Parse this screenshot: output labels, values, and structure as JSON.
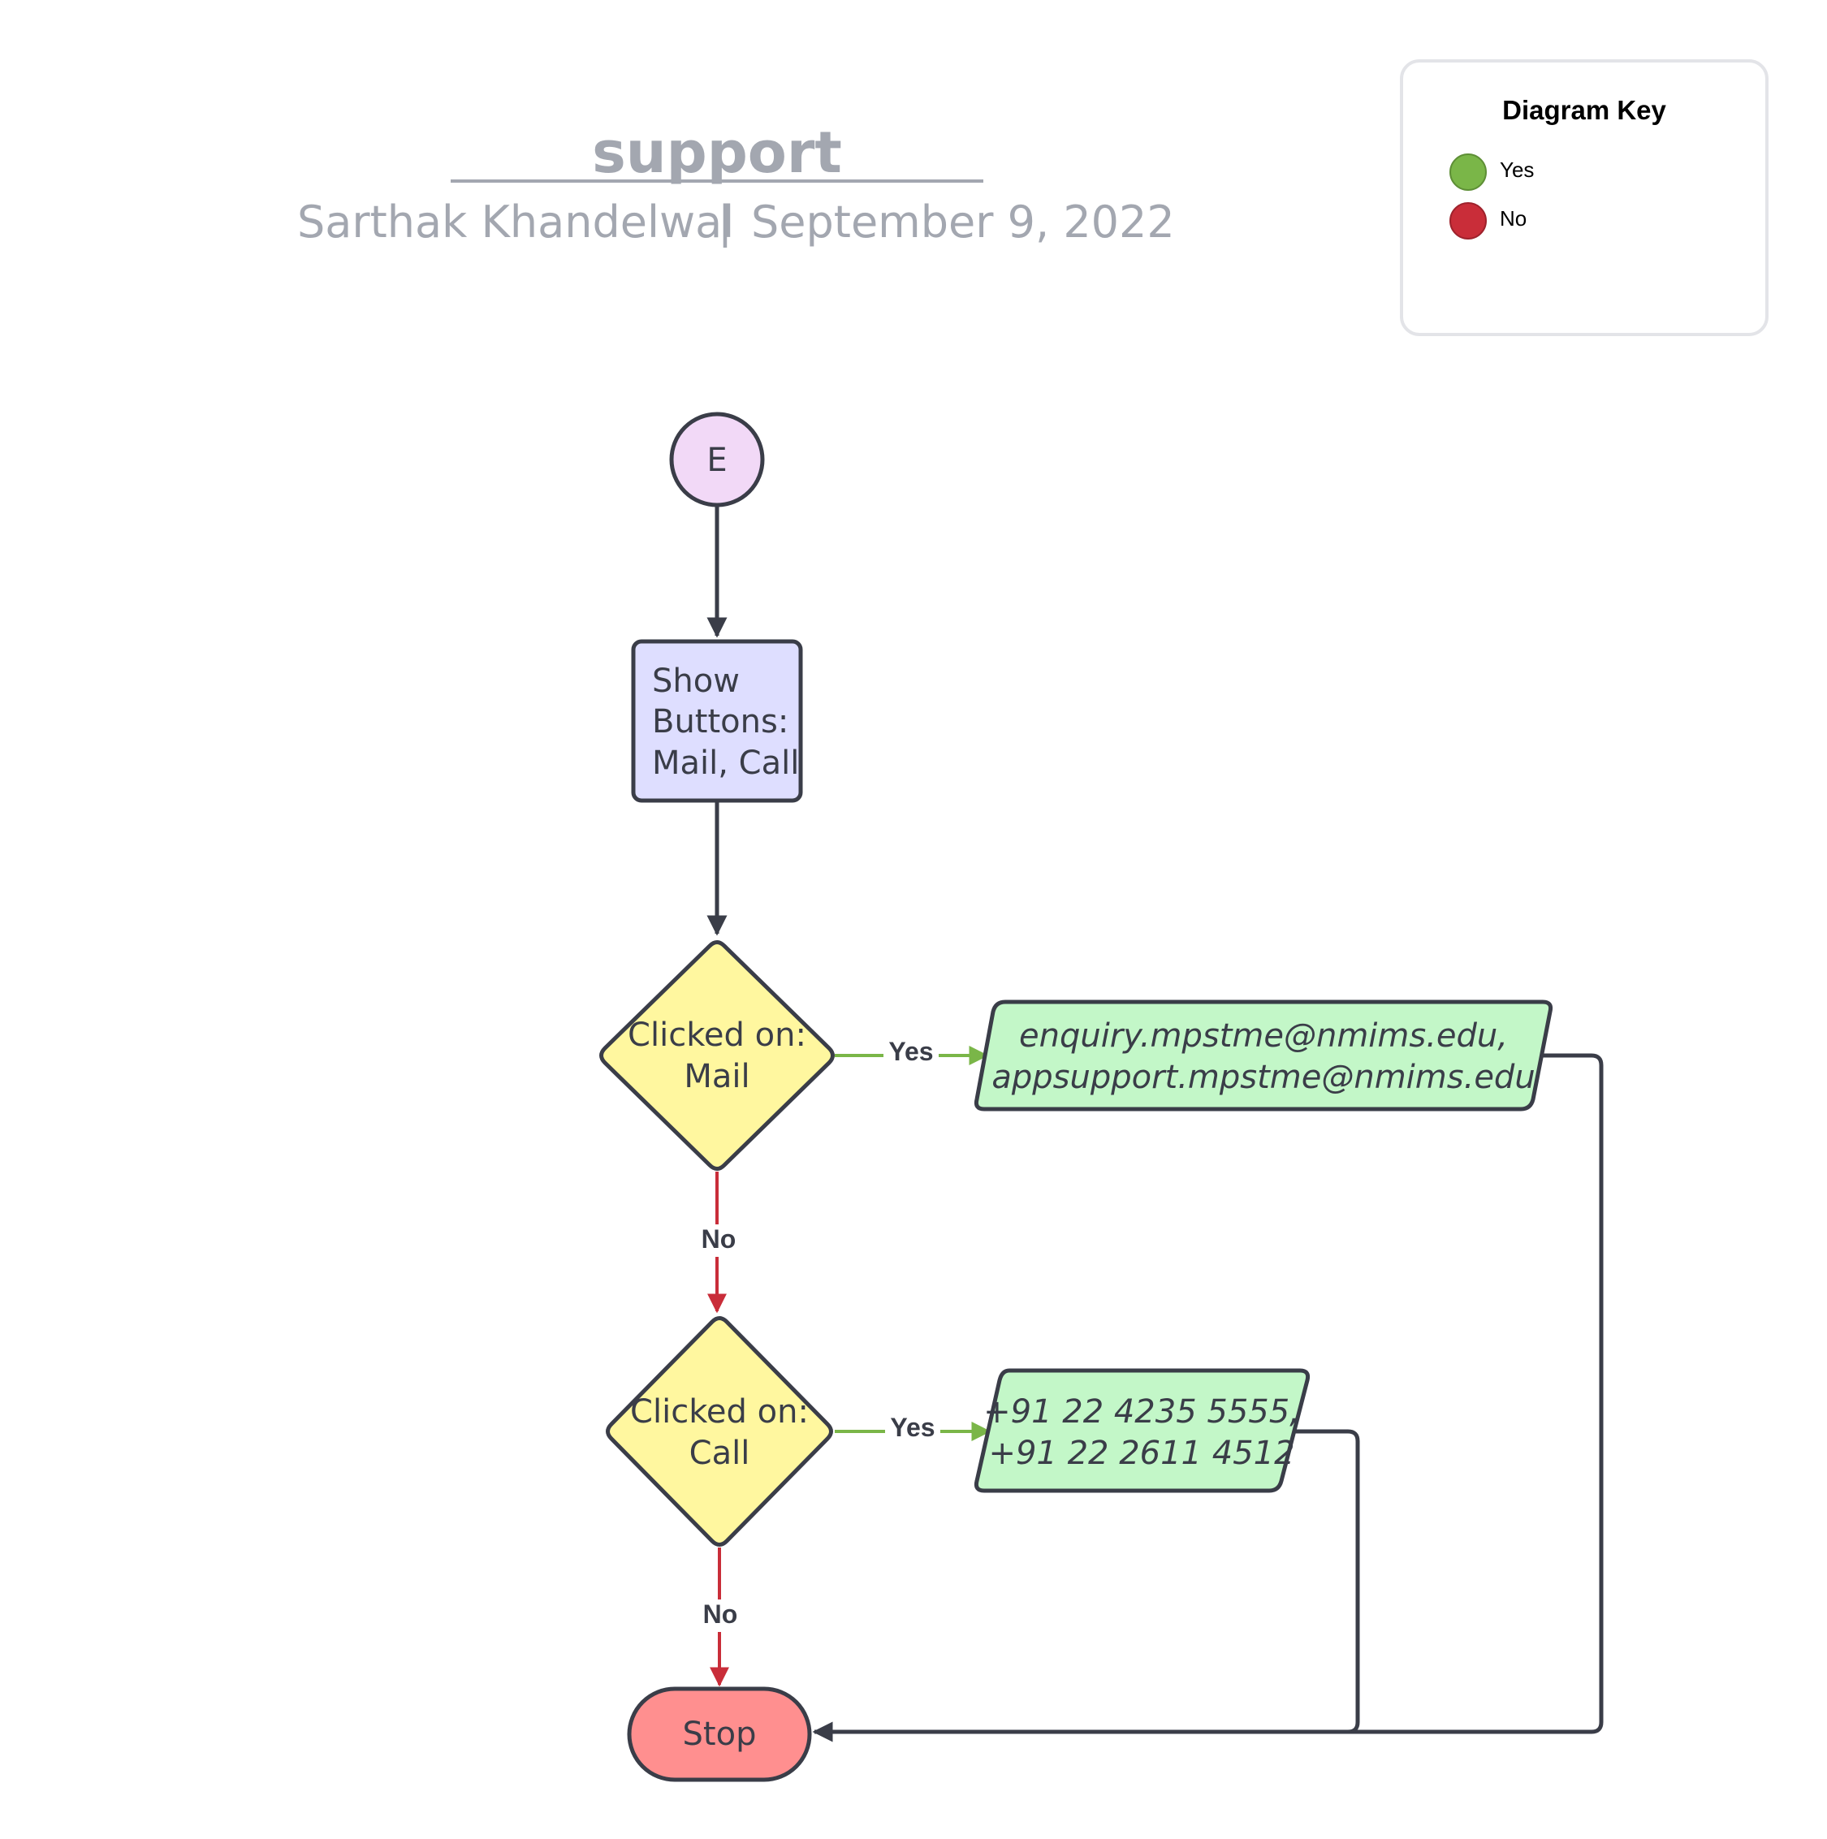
{
  "header": {
    "title": "support",
    "author": "Sarthak Khandelwal",
    "separator": "|",
    "date": "September 9, 2022"
  },
  "legend": {
    "title": "Diagram Key",
    "items": [
      {
        "label": "Yes",
        "color": "#7ab648"
      },
      {
        "label": "No",
        "color": "#c92d39"
      }
    ]
  },
  "nodes": {
    "start": {
      "label": "E",
      "fill": "#f2d9f7"
    },
    "show_buttons": {
      "lines": [
        "Show",
        "Buttons:",
        "Mail, Call"
      ],
      "fill": "#dedeff"
    },
    "decision_mail": {
      "lines": [
        "Clicked on:",
        "Mail"
      ],
      "fill": "#fff79f"
    },
    "decision_call": {
      "lines": [
        "Clicked on:",
        "Call"
      ],
      "fill": "#fff79f"
    },
    "output_mail": {
      "lines": [
        "enquiry.mpstme@nmims.edu,",
        "appsupport.mpstme@nmims.edu"
      ],
      "fill": "#c3f7c8"
    },
    "output_call": {
      "lines": [
        "+91 22 4235 5555,",
        "+91 22 2611 4512"
      ],
      "fill": "#c3f7c8"
    },
    "stop": {
      "label": "Stop",
      "fill": "#ff8f8f"
    }
  },
  "edges": {
    "mail_yes": "Yes",
    "mail_no": "No",
    "call_yes": "Yes",
    "call_no": "No"
  },
  "colors": {
    "stroke": "#3a3d48",
    "yes": "#7ab648",
    "no": "#c92d39",
    "muted_text": "#a3a7b0"
  }
}
